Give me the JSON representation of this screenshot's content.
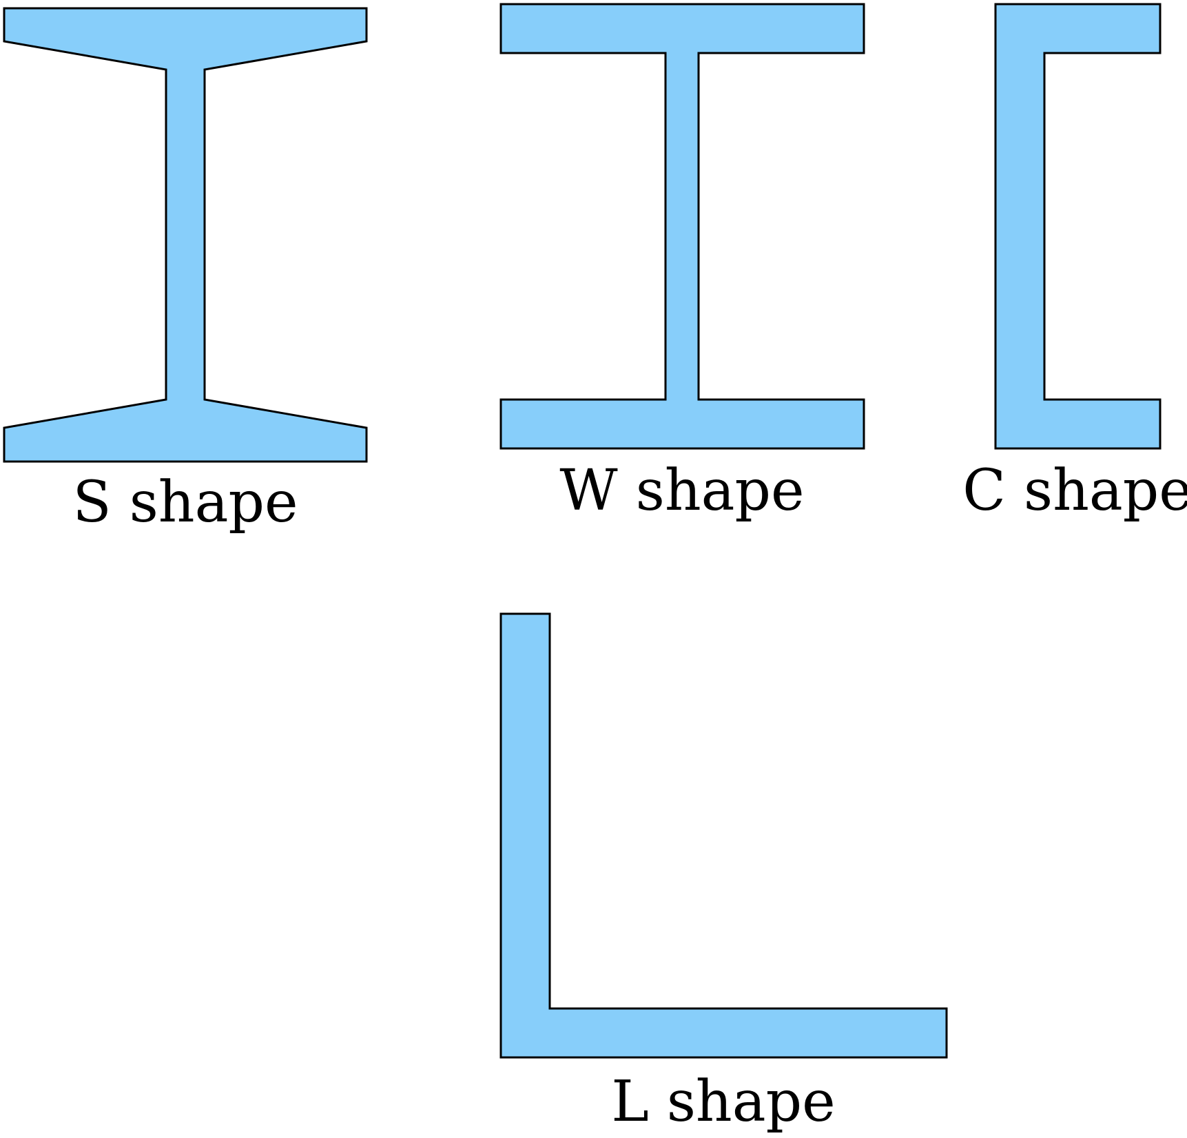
{
  "colors": {
    "fill": "#87CEFA",
    "stroke": "#000000",
    "background": "#FFFFFF"
  },
  "shapes": [
    {
      "id": "s",
      "label": "S shape"
    },
    {
      "id": "w",
      "label": "W shape"
    },
    {
      "id": "c",
      "label": "C shape"
    },
    {
      "id": "l",
      "label": "L shape"
    }
  ]
}
